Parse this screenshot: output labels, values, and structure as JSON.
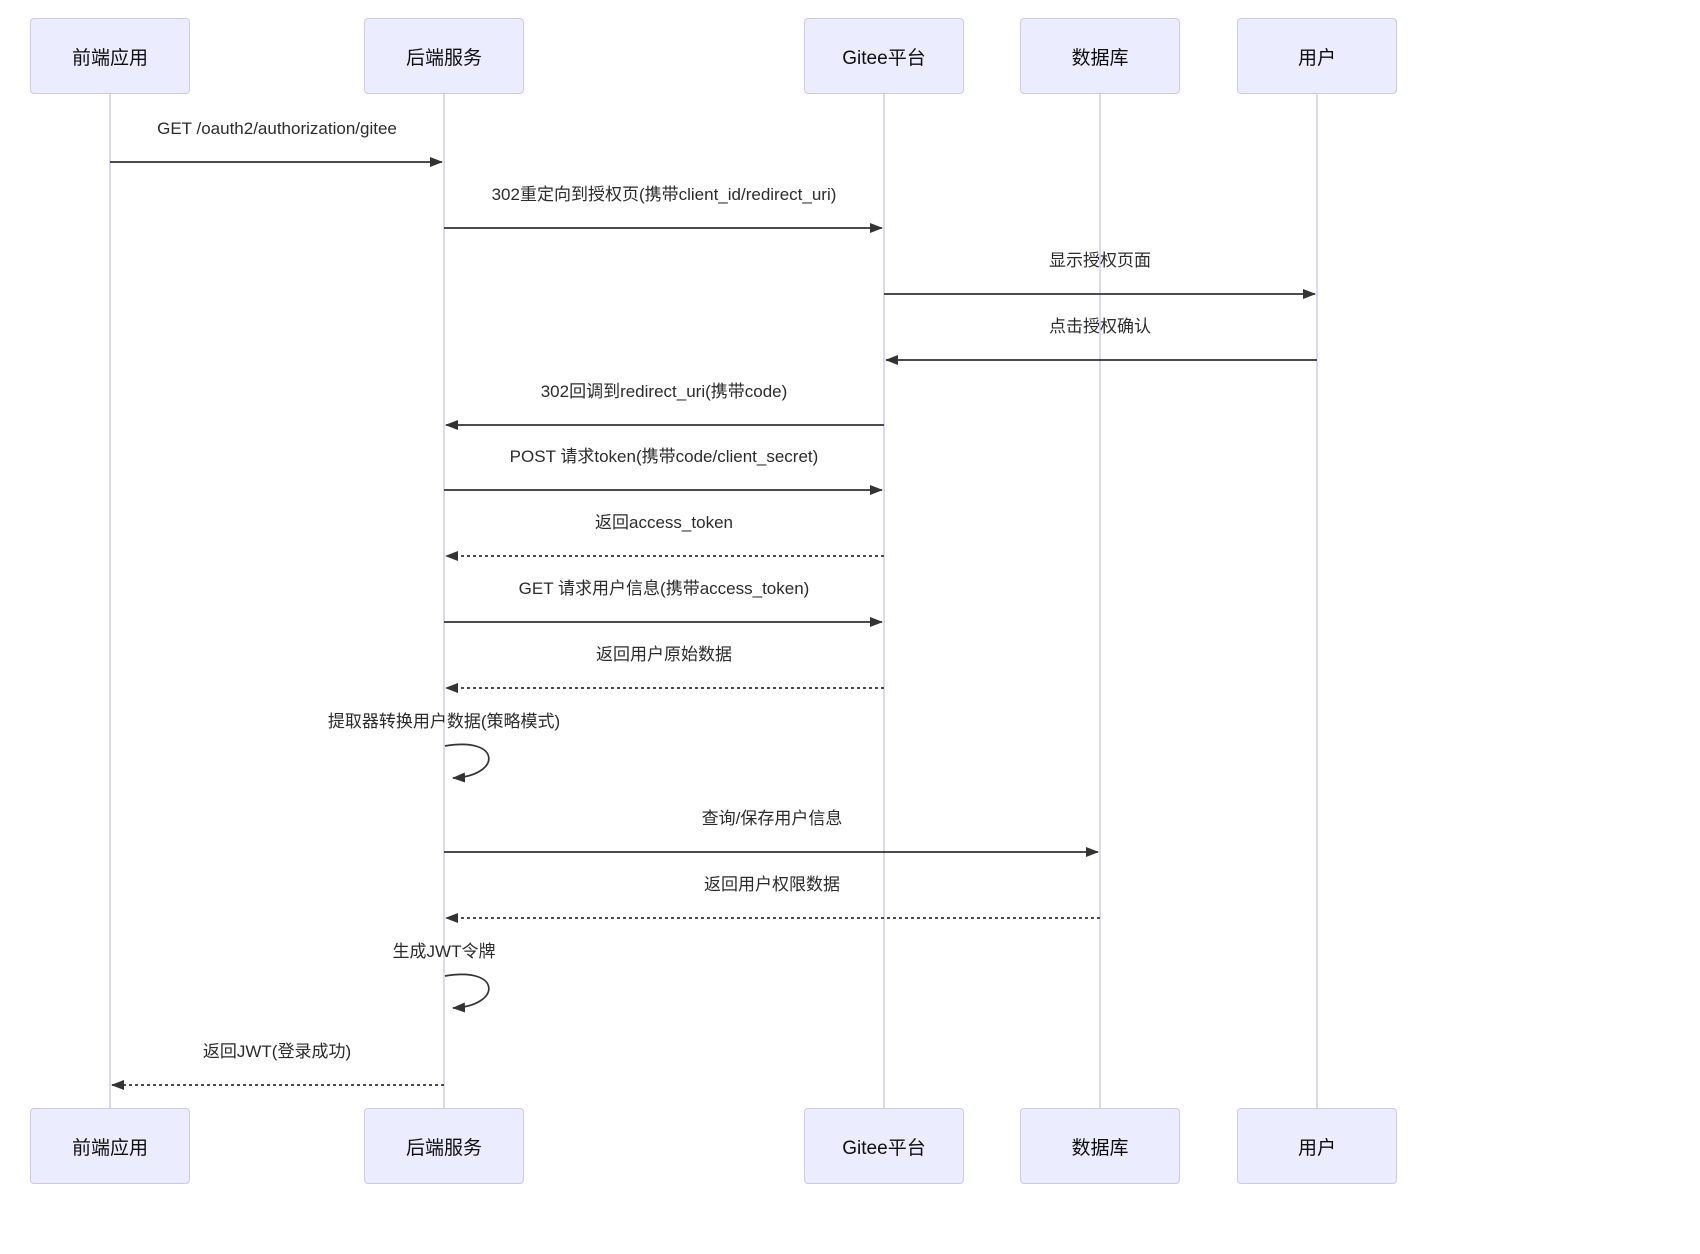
{
  "diagram_type": "sequence-diagram",
  "actors": [
    {
      "name": "前端应用"
    },
    {
      "name": "后端服务"
    },
    {
      "name": "Gitee平台"
    },
    {
      "name": "数据库"
    },
    {
      "name": "用户"
    }
  ],
  "messages": [
    {
      "from": "前端应用",
      "to": "后端服务",
      "label": "GET /oauth2/authorization/gitee",
      "line": "solid"
    },
    {
      "from": "后端服务",
      "to": "Gitee平台",
      "label": "302重定向到授权页(携带client_id/redirect_uri)",
      "line": "solid"
    },
    {
      "from": "Gitee平台",
      "to": "用户",
      "label": "显示授权页面",
      "line": "solid"
    },
    {
      "from": "用户",
      "to": "Gitee平台",
      "label": "点击授权确认",
      "line": "solid"
    },
    {
      "from": "Gitee平台",
      "to": "后端服务",
      "label": "302回调到redirect_uri(携带code)",
      "line": "solid"
    },
    {
      "from": "后端服务",
      "to": "Gitee平台",
      "label": "POST 请求token(携带code/client_secret)",
      "line": "solid"
    },
    {
      "from": "Gitee平台",
      "to": "后端服务",
      "label": "返回access_token",
      "line": "dashed"
    },
    {
      "from": "后端服务",
      "to": "Gitee平台",
      "label": "GET 请求用户信息(携带access_token)",
      "line": "solid"
    },
    {
      "from": "Gitee平台",
      "to": "后端服务",
      "label": "返回用户原始数据",
      "line": "dashed"
    },
    {
      "from": "后端服务",
      "to": "后端服务",
      "label": "提取器转换用户数据(策略模式)",
      "line": "self"
    },
    {
      "from": "后端服务",
      "to": "数据库",
      "label": "查询/保存用户信息",
      "line": "solid"
    },
    {
      "from": "数据库",
      "to": "后端服务",
      "label": "返回用户权限数据",
      "line": "dashed"
    },
    {
      "from": "后端服务",
      "to": "后端服务",
      "label": "生成JWT令牌",
      "line": "self"
    },
    {
      "from": "后端服务",
      "to": "前端应用",
      "label": "返回JWT(登录成功)",
      "line": "dashed"
    }
  ],
  "colors": {
    "actor_fill": "#ECECFF",
    "actor_border": "#CDC9E8",
    "lifeline": "#D5CBEE",
    "arrow": "#333333",
    "text": "#2B2B2B",
    "background": "#FFFFFF"
  }
}
